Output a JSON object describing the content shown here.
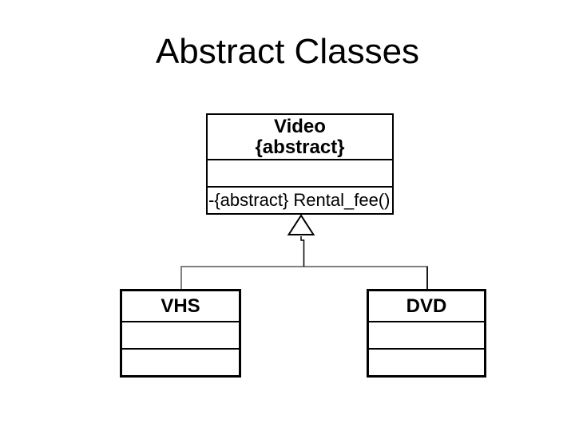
{
  "slide": {
    "title": "Abstract Classes"
  },
  "colors": {
    "background": "#ffffff",
    "text": "#000000",
    "box_border": "#000000",
    "connector_gray": "#808080",
    "connector_dark": "#1a1a1a"
  },
  "diagram": {
    "parent_class": {
      "name": "Video",
      "stereotype": "{abstract}",
      "attributes_text": "",
      "operations": [
        "-{abstract} Rental_fee()"
      ]
    },
    "child_classes": [
      {
        "name": "VHS",
        "attributes_text": "",
        "operations_text": ""
      },
      {
        "name": "DVD",
        "attributes_text": "",
        "operations_text": ""
      }
    ],
    "icons": {
      "generalization": "hollow-triangle-up-icon"
    }
  }
}
